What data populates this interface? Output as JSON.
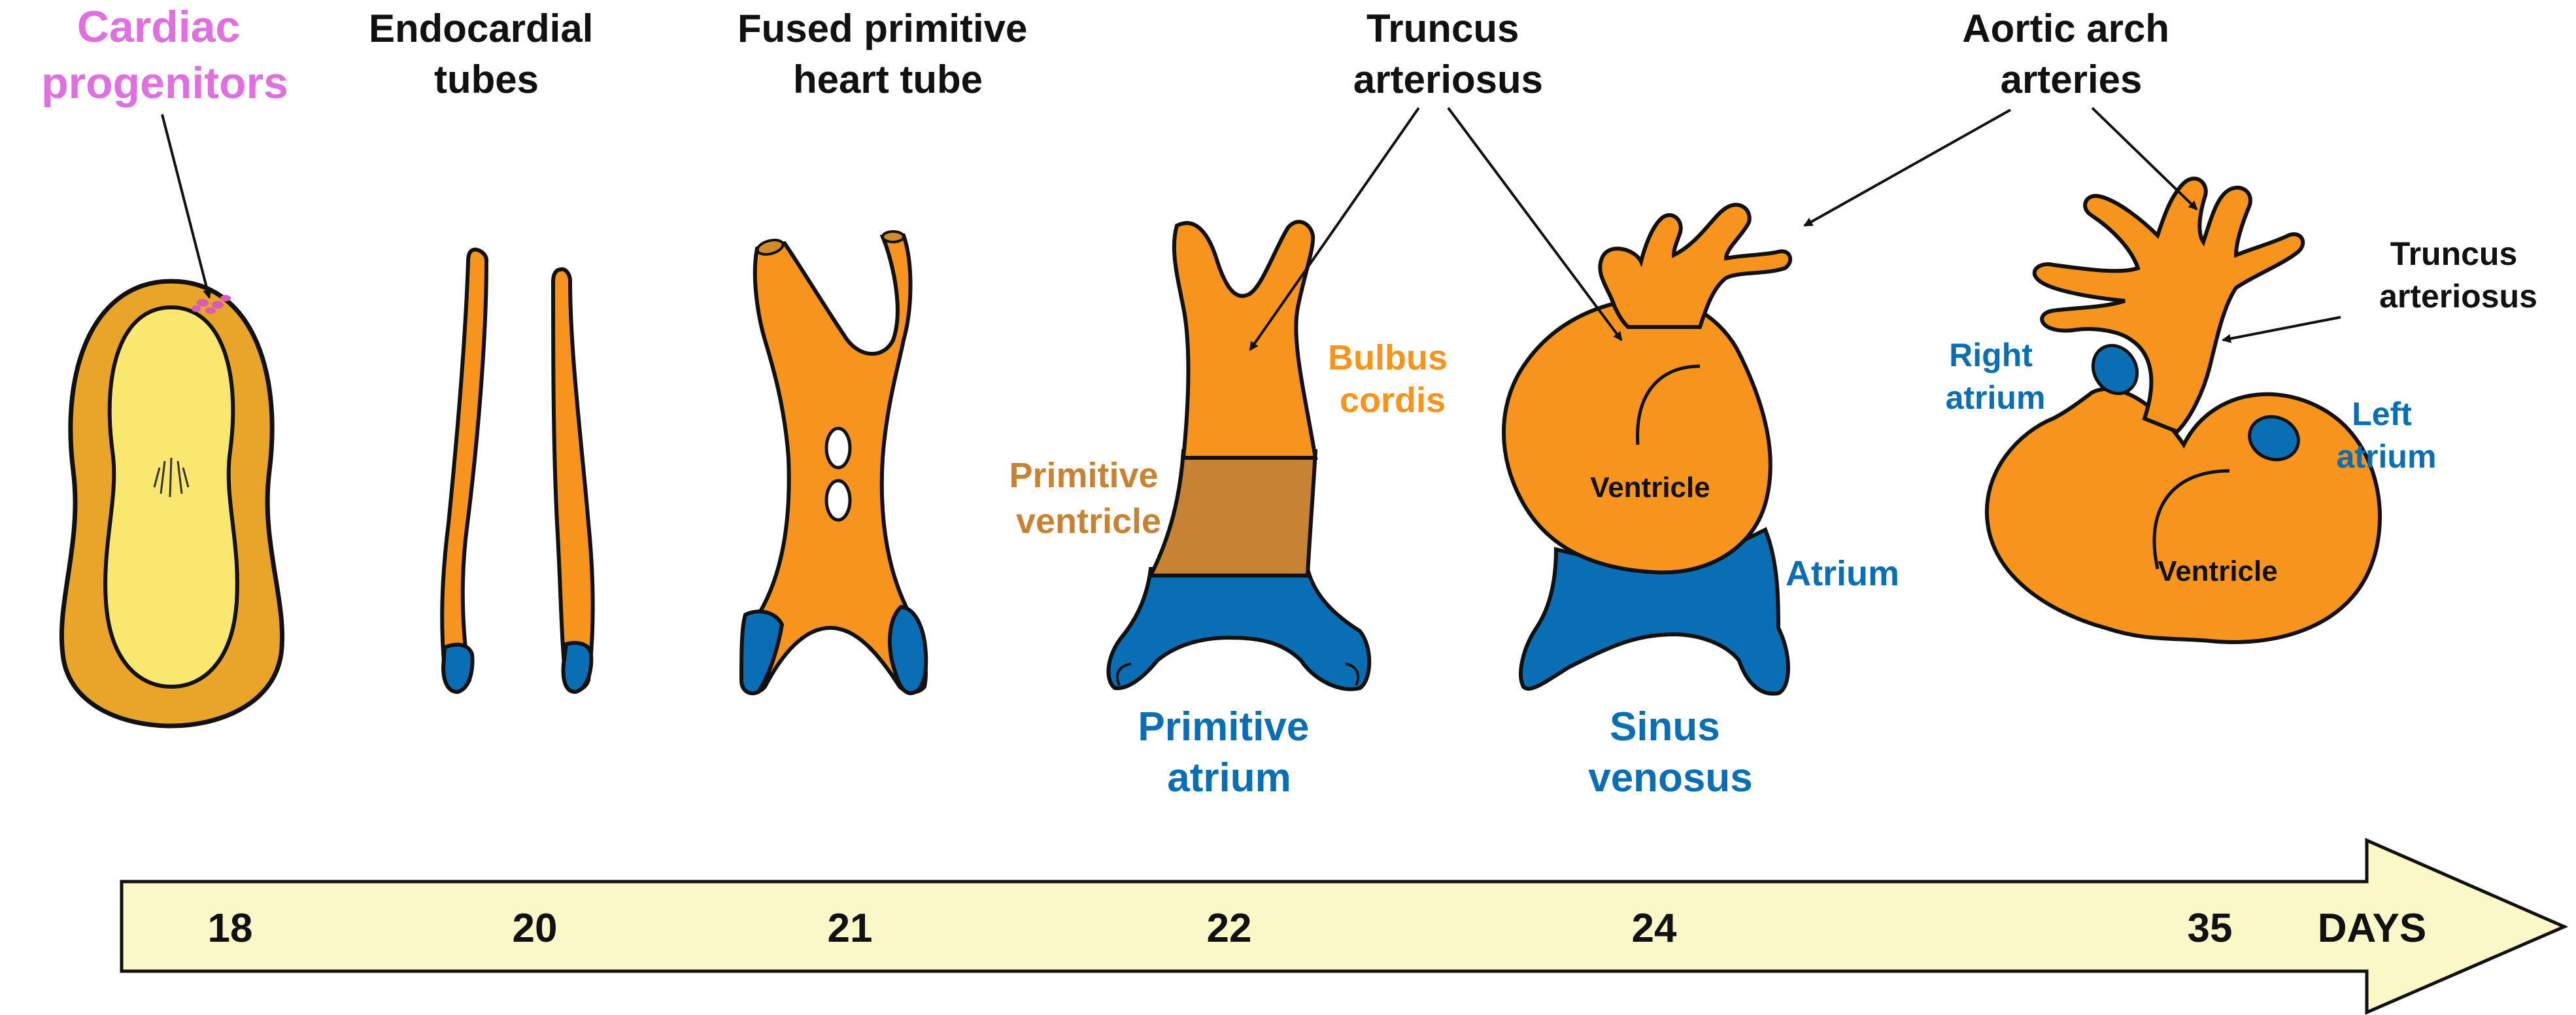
{
  "colors": {
    "orange": "#F7941D",
    "dark_orange": "#D38A2E",
    "brown": "#C88233",
    "blue": "#0A6EB5",
    "yellow": "#F7E469",
    "magenta": "#E06FE0",
    "arrow_fill": "#FAF7C8",
    "outline": "#111111"
  },
  "stages": [
    {
      "title": [
        "Cardiac",
        "progenitors"
      ]
    },
    {
      "title": [
        "Endocardial",
        "tubes"
      ]
    },
    {
      "title": [
        "Fused primitive",
        "heart tube"
      ]
    },
    {
      "title": [
        "Truncus",
        "arteriosus"
      ]
    },
    {
      "title": [
        "Aortic arch",
        "arteries"
      ]
    }
  ],
  "labels": {
    "bulbus_cordis": [
      "Bulbus",
      "cordis"
    ],
    "primitive_ventricle": [
      "Primitive",
      "ventricle"
    ],
    "primitive_atrium": [
      "Primitive",
      "atrium"
    ],
    "ventricle_24": "Ventricle",
    "atrium_24": "Atrium",
    "sinus_venosus": [
      "Sinus",
      "venosus"
    ],
    "truncus_35": [
      "Truncus",
      "arteriosus"
    ],
    "right_atrium": [
      "Right",
      "atrium"
    ],
    "left_atrium": [
      "Left",
      "atrium"
    ],
    "ventricle_35": "Ventricle"
  },
  "timeline": {
    "days": [
      "18",
      "20",
      "21",
      "22",
      "24",
      "35"
    ],
    "unit": "DAYS"
  }
}
